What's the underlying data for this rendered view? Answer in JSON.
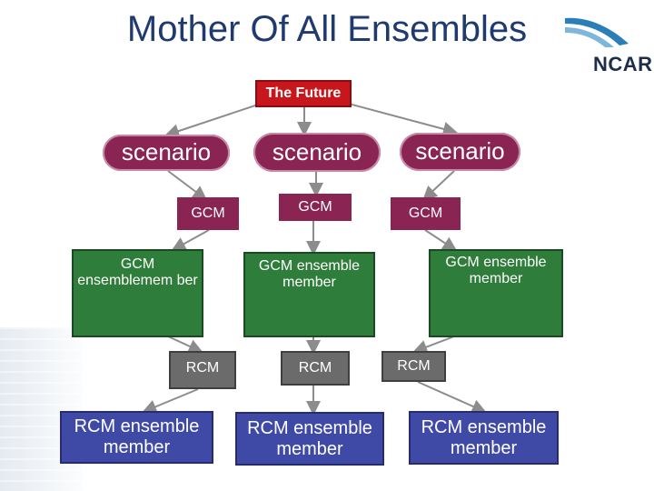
{
  "title": "Mother Of All Ensembles",
  "logo": {
    "text": "NCAR"
  },
  "root": "The Future",
  "columns": [
    {
      "scenario": "scenario",
      "gcm": "GCM",
      "gcm_member": "GCM ensemblemem ber",
      "rcm": "RCM",
      "rcm_member": "RCM ensemble member"
    },
    {
      "scenario": "scenario",
      "gcm": "GCM",
      "gcm_member": "GCM ensemble member",
      "rcm": "RCM",
      "rcm_member": "RCM ensemble member"
    },
    {
      "scenario": "scenario",
      "gcm": "GCM",
      "gcm_member": "GCM ensemble member",
      "rcm": "RCM",
      "rcm_member": "RCM ensemble member"
    }
  ],
  "colors": {
    "title": "#1f3a6e",
    "future": "#c8161d",
    "scenario": "#8a2452",
    "gcm_member": "#2f7d3a",
    "rcm": "#6b6b6b",
    "rcm_member": "#3f49a6"
  }
}
